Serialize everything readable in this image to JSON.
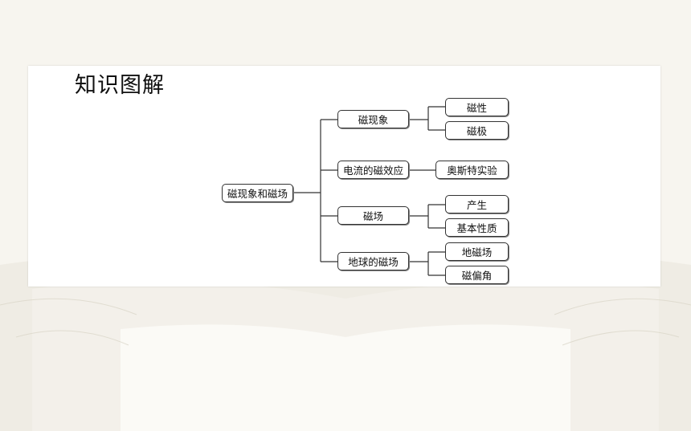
{
  "title": "知识图解",
  "diagram": {
    "root": "磁现象和磁场",
    "branches": [
      {
        "label": "磁现象",
        "children": [
          "磁性",
          "磁极"
        ]
      },
      {
        "label": "电流的磁效应",
        "children": [
          "奥斯特实验"
        ]
      },
      {
        "label": "磁场",
        "children": [
          "产生",
          "基本性质"
        ]
      },
      {
        "label": "地球的磁场",
        "children": [
          "地磁场",
          "磁偏角"
        ]
      }
    ]
  }
}
